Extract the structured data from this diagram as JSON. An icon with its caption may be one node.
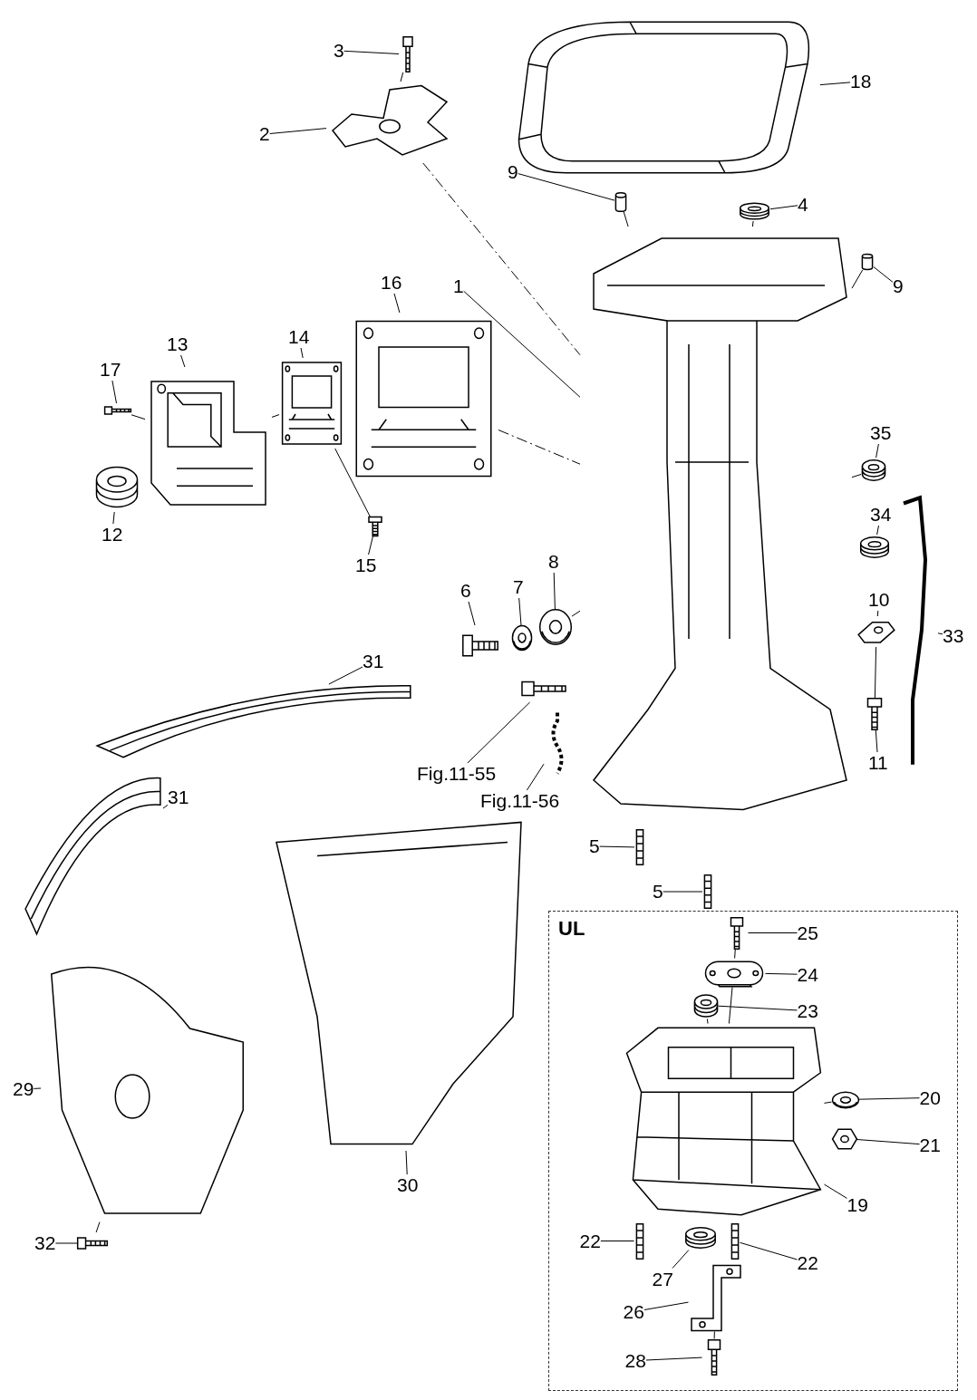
{
  "diagram": {
    "nodes": [
      {
        "text": [
          "3"
        ]
      },
      {
        "text": [],
        "shape": "picture"
      },
      {
        "text": [
          "2"
        ]
      },
      {
        "text": [],
        "shape": "picture"
      },
      {
        "text": [
          "18"
        ]
      },
      {
        "text": [],
        "shape": "picture"
      },
      {
        "text": [
          "9"
        ]
      },
      {
        "text": [],
        "shape": "picture"
      },
      {
        "text": [
          "4"
        ]
      },
      {
        "text": [],
        "shape": "picture"
      },
      {
        "text": [
          "9"
        ]
      },
      {
        "text": [],
        "shape": "picture"
      },
      {
        "text": [
          "1"
        ]
      },
      {
        "text": [],
        "shape": "picture"
      },
      {
        "text": [
          "17"
        ]
      },
      {
        "text": [],
        "shape": "picture"
      },
      {
        "text": [
          "13"
        ]
      },
      {
        "text": [],
        "shape": "picture"
      },
      {
        "text": [
          "14"
        ]
      },
      {
        "text": [],
        "shape": "picture"
      },
      {
        "text": [
          "16"
        ]
      },
      {
        "text": [],
        "shape": "picture"
      },
      {
        "text": [
          "12"
        ]
      },
      {
        "text": [],
        "shape": "picture"
      },
      {
        "text": [
          "35"
        ]
      },
      {
        "text": [],
        "shape": "picture"
      },
      {
        "text": [
          "15"
        ]
      },
      {
        "text": [],
        "shape": "picture"
      },
      {
        "text": [
          "34"
        ]
      },
      {
        "text": [],
        "shape": "picture"
      },
      {
        "text": [
          "6"
        ]
      },
      {
        "text": [],
        "shape": "picture"
      },
      {
        "text": [
          "7"
        ]
      },
      {
        "text": [],
        "shape": "picture"
      },
      {
        "text": [
          "8"
        ]
      },
      {
        "text": [],
        "shape": "picture"
      },
      {
        "text": [
          "10"
        ]
      },
      {
        "text": [],
        "shape": "picture"
      },
      {
        "text": [
          "33"
        ]
      },
      {
        "text": [],
        "shape": "picture"
      },
      {
        "text": [
          "31"
        ]
      },
      {
        "text": [],
        "shape": "picture"
      },
      {
        "text": [
          "Fig.11-55"
        ]
      },
      {
        "text": [],
        "shape": "picture"
      },
      {
        "text": [
          "11"
        ]
      },
      {
        "text": [],
        "shape": "picture"
      },
      {
        "text": [
          "Fig.11-56"
        ]
      },
      {
        "text": [],
        "shape": "picture"
      },
      {
        "text": [
          "31"
        ]
      },
      {
        "text": [],
        "shape": "picture"
      },
      {
        "text": [
          "5"
        ]
      },
      {
        "text": [],
        "shape": "picture"
      },
      {
        "text": [
          "5"
        ]
      },
      {
        "text": [],
        "shape": "picture"
      },
      {
        "text": [
          "29"
        ]
      },
      {
        "text": [],
        "shape": "picture"
      },
      {
        "text": [
          "30"
        ]
      },
      {
        "text": [],
        "shape": "picture"
      },
      {
        "text": [
          "32"
        ]
      },
      {
        "text": [],
        "shape": "picture"
      },
      {
        "text": [
          "UL"
        ]
      },
      {
        "text": [
          "25"
        ],
        "in": 60
      },
      {
        "text": [],
        "shape": "picture",
        "in": 60
      },
      {
        "text": [
          "24"
        ],
        "in": 60
      },
      {
        "text": [],
        "shape": "picture",
        "in": 60
      },
      {
        "text": [
          "23"
        ],
        "in": 60
      },
      {
        "text": [],
        "shape": "picture",
        "in": 60
      },
      {
        "text": [
          "20"
        ],
        "in": 60
      },
      {
        "text": [],
        "shape": "picture",
        "in": 60
      },
      {
        "text": [
          "21"
        ],
        "in": 60
      },
      {
        "text": [],
        "shape": "picture",
        "in": 60
      },
      {
        "text": [
          "19"
        ],
        "in": 60
      },
      {
        "text": [],
        "shape": "picture",
        "in": 60
      },
      {
        "text": [
          "22"
        ],
        "in": 60
      },
      {
        "text": [],
        "shape": "picture",
        "in": 60
      },
      {
        "text": [
          "27"
        ],
        "in": 60
      },
      {
        "text": [],
        "shape": "picture",
        "in": 60
      },
      {
        "text": [
          "22"
        ],
        "in": 60
      },
      {
        "text": [],
        "shape": "picture",
        "in": 60
      },
      {
        "text": [
          "26"
        ],
        "in": 60
      },
      {
        "text": [],
        "shape": "picture",
        "in": 60
      },
      {
        "text": [
          "28"
        ],
        "in": 60
      },
      {
        "text": [],
        "shape": "picture",
        "in": 60
      }
    ],
    "edges": [
      {
        "from": 0,
        "to": 1,
        "arrow": "none"
      },
      {
        "from": 2,
        "to": 3,
        "arrow": "none"
      },
      {
        "from": 4,
        "to": 5,
        "arrow": "none"
      },
      {
        "from": 6,
        "to": 7,
        "arrow": "none"
      },
      {
        "from": 8,
        "to": 9,
        "arrow": "none"
      },
      {
        "from": 10,
        "to": 11,
        "arrow": "none"
      },
      {
        "from": 12,
        "to": 13,
        "arrow": "none"
      },
      {
        "from": 14,
        "to": 15,
        "arrow": "none"
      },
      {
        "from": 16,
        "to": 17,
        "arrow": "none"
      },
      {
        "from": 18,
        "to": 19,
        "arrow": "none"
      },
      {
        "from": 20,
        "to": 21,
        "arrow": "none"
      },
      {
        "from": 22,
        "to": 23,
        "arrow": "none"
      },
      {
        "from": 24,
        "to": 25,
        "arrow": "none"
      },
      {
        "from": 26,
        "to": 27,
        "arrow": "none"
      },
      {
        "from": 28,
        "to": 29,
        "arrow": "none"
      },
      {
        "from": 30,
        "to": 31,
        "arrow": "none"
      },
      {
        "from": 32,
        "to": 33,
        "arrow": "none"
      },
      {
        "from": 34,
        "to": 35,
        "arrow": "none"
      },
      {
        "from": 36,
        "to": 37,
        "arrow": "none"
      },
      {
        "from": 38,
        "to": 39,
        "arrow": "none"
      },
      {
        "from": 40,
        "to": 41,
        "arrow": "none"
      },
      {
        "from": 42,
        "to": 43,
        "arrow": "none"
      },
      {
        "from": 44,
        "to": 45,
        "arrow": "none"
      },
      {
        "from": 46,
        "to": 47,
        "arrow": "none"
      },
      {
        "from": 48,
        "to": 49,
        "arrow": "none"
      },
      {
        "from": 50,
        "to": 51,
        "arrow": "none"
      },
      {
        "from": 52,
        "to": 53,
        "arrow": "none"
      },
      {
        "from": 54,
        "to": 55,
        "arrow": "none"
      },
      {
        "from": 56,
        "to": 57,
        "arrow": "none"
      },
      {
        "from": 58,
        "to": 59,
        "arrow": "none"
      },
      {
        "from": 61,
        "to": 62,
        "arrow": "none"
      },
      {
        "from": 63,
        "to": 64,
        "arrow": "none"
      },
      {
        "from": 65,
        "to": 66,
        "arrow": "none"
      },
      {
        "from": 67,
        "to": 68,
        "arrow": "none"
      },
      {
        "from": 69,
        "to": 70,
        "arrow": "none"
      },
      {
        "from": 71,
        "to": 72,
        "arrow": "none"
      },
      {
        "from": 73,
        "to": 74,
        "arrow": "none"
      },
      {
        "from": 75,
        "to": 76,
        "arrow": "none"
      },
      {
        "from": 77,
        "to": 78,
        "arrow": "none"
      },
      {
        "from": 79,
        "to": 80,
        "arrow": "none"
      },
      {
        "from": 81,
        "to": 82,
        "arrow": "none"
      },
      {
        "from": 1,
        "to": 3,
        "arrow": "none"
      },
      {
        "from": 3,
        "to": 13,
        "arrow": "none",
        "style": "dashed"
      },
      {
        "from": 7,
        "to": 13,
        "arrow": "none"
      },
      {
        "from": 9,
        "to": 13,
        "arrow": "none"
      },
      {
        "from": 11,
        "to": 13,
        "arrow": "none"
      },
      {
        "from": 21,
        "to": 13,
        "arrow": "none",
        "style": "dashed"
      },
      {
        "from": 15,
        "to": 17,
        "arrow": "none"
      },
      {
        "from": 17,
        "to": 19,
        "arrow": "none",
        "style": "dashed"
      },
      {
        "from": 27,
        "to": 19,
        "arrow": "none"
      },
      {
        "from": 35,
        "to": 13,
        "arrow": "none",
        "style": "dashed"
      },
      {
        "from": 25,
        "to": 13,
        "arrow": "none",
        "style": "dashed"
      },
      {
        "from": 45,
        "to": 37,
        "arrow": "none"
      },
      {
        "from": 59,
        "to": 55,
        "arrow": "none",
        "style": "dashed"
      },
      {
        "from": 62,
        "to": 64,
        "arrow": "none"
      },
      {
        "from": 64,
        "to": 72,
        "arrow": "none"
      },
      {
        "from": 66,
        "to": 72,
        "arrow": "none"
      },
      {
        "from": 68,
        "to": 72,
        "arrow": "none"
      },
      {
        "from": 82,
        "to": 80,
        "arrow": "none"
      }
    ]
  }
}
